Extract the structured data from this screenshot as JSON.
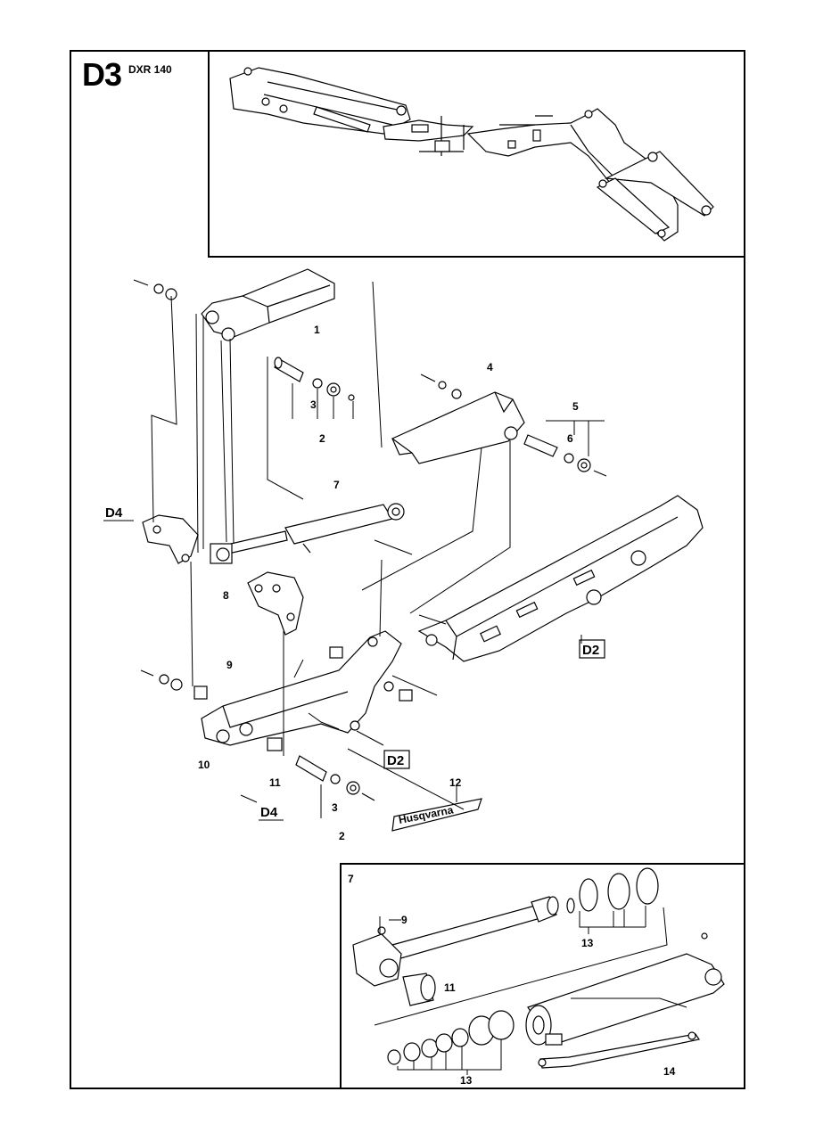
{
  "header": {
    "page_code": "D3",
    "model": "DXR 140"
  },
  "callouts": {
    "c1": "1",
    "c2a": "2",
    "c2b": "2",
    "c3a": "3",
    "c3b": "3",
    "c4": "4",
    "c5": "5",
    "c6": "6",
    "c7": "7",
    "c8": "8",
    "c9": "9",
    "c10": "10",
    "c11": "11",
    "c12": "12"
  },
  "references": {
    "d4_top": "D4",
    "d4_bottom": "D4",
    "d2_right": "D2",
    "d2_bottom": "D2"
  },
  "cylinder_inset": {
    "title": "7",
    "c9": "9",
    "c11": "11",
    "c13a": "13",
    "c13b": "13",
    "c14": "14"
  },
  "decal_text": "Husqvarna"
}
